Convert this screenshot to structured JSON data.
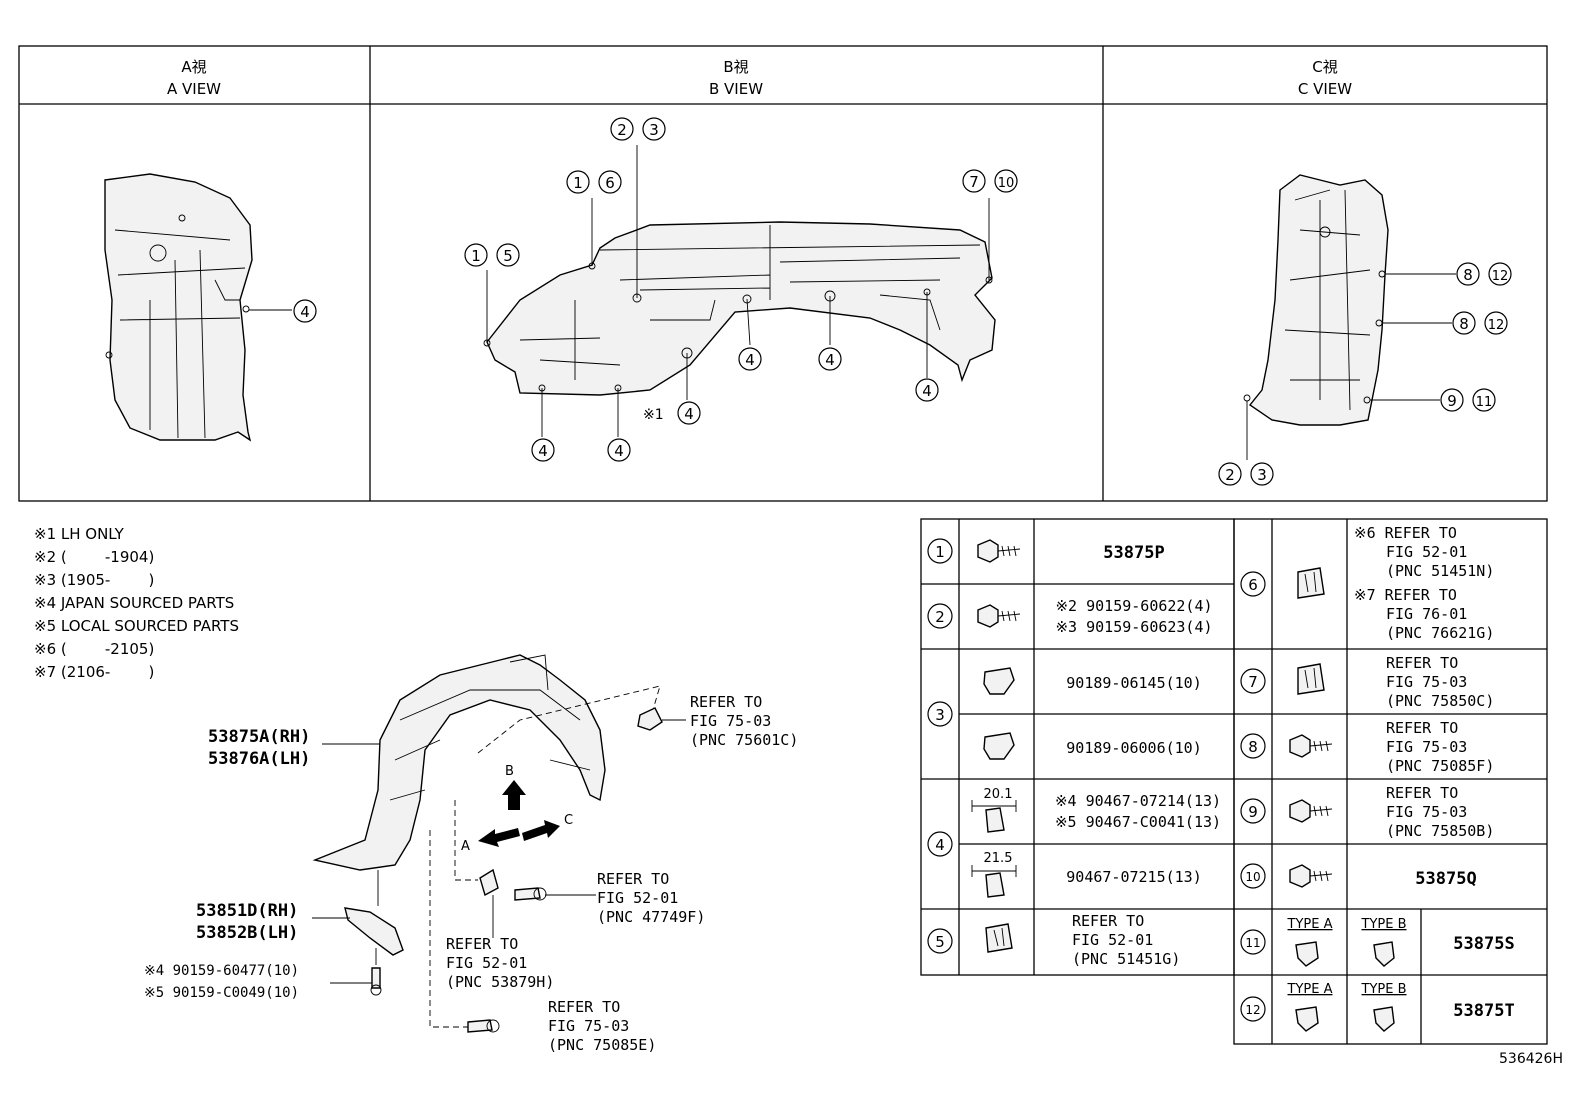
{
  "views": {
    "a": {
      "jp": "A視",
      "en": "A VIEW"
    },
    "b": {
      "jp": "B視",
      "en": "B VIEW"
    },
    "c": {
      "jp": "C視",
      "en": "C VIEW"
    }
  },
  "a_callouts": [
    "4"
  ],
  "b_callouts": {
    "c23": [
      "2",
      "3"
    ],
    "c16": [
      "1",
      "6"
    ],
    "c15": [
      "1",
      "5"
    ],
    "c710": [
      "7",
      "10"
    ],
    "c4": "4",
    "note_mark": "※1"
  },
  "c_callouts": {
    "c812a": [
      "8",
      "12"
    ],
    "c812b": [
      "8",
      "12"
    ],
    "c911": [
      "9",
      "11"
    ],
    "c23": [
      "2",
      "3"
    ]
  },
  "notes": [
    "※1 LH ONLY",
    "※2 (        -1904)",
    "※3 (1905-        )",
    "※4 JAPAN SOURCED PARTS",
    "※5 LOCAL SOURCED PARTS",
    "※6 (        -2105)",
    "※7 (2106-        )"
  ],
  "main_labels": {
    "liner": [
      "53875A(RH)",
      "53876A(LH)"
    ],
    "lower": [
      "53851D(RH)",
      "53852B(LH)"
    ],
    "bolt": [
      "※4 90159-60477(10)",
      "※5 90159-C0049(10)"
    ],
    "ref_75601c": [
      "REFER TO",
      "FIG 75-03",
      "(PNC 75601C)"
    ],
    "ref_47749f": [
      "REFER TO",
      "FIG 52-01",
      "(PNC 47749F)"
    ],
    "ref_53879h": [
      "REFER TO",
      "FIG 52-01",
      "(PNC 53879H)"
    ],
    "ref_75085e": [
      "REFER TO",
      "FIG 75-03",
      "(PNC 75085E)"
    ],
    "arrows": {
      "a": "A",
      "b": "B",
      "c": "C"
    }
  },
  "table_left": [
    {
      "no": "1",
      "text": [
        "53875P"
      ]
    },
    {
      "no": "2",
      "text": [
        "※2 90159-60622(4)",
        "※3 90159-60623(4)"
      ]
    },
    {
      "no": "3",
      "rows": [
        [
          "90189-06145(10)"
        ],
        [
          "90189-06006(10)"
        ]
      ]
    },
    {
      "no": "4",
      "rows": [
        {
          "dim": "20.1",
          "text": [
            "※4 90467-07214(13)",
            "※5 90467-C0041(13)"
          ]
        },
        {
          "dim": "21.5",
          "text": [
            "90467-07215(13)"
          ]
        }
      ]
    },
    {
      "no": "5",
      "text": [
        "REFER TO",
        "FIG 52-01",
        "(PNC 51451G)"
      ]
    }
  ],
  "table_right": [
    {
      "no": "6",
      "text": [
        "※6 REFER TO",
        "FIG 52-01",
        "(PNC 51451N)",
        "※7 REFER TO",
        "FIG 76-01",
        "(PNC 76621G)"
      ]
    },
    {
      "no": "7",
      "text": [
        "REFER TO",
        "FIG 75-03",
        "(PNC 75850C)"
      ]
    },
    {
      "no": "8",
      "text": [
        "REFER TO",
        "FIG 75-03",
        "(PNC 75085F)"
      ]
    },
    {
      "no": "9",
      "text": [
        "REFER TO",
        "FIG 75-03",
        "(PNC 75850B)"
      ]
    },
    {
      "no": "10",
      "text": [
        "53875Q"
      ]
    },
    {
      "no": "11",
      "type_a": "TYPE A",
      "type_b": "TYPE B",
      "text": [
        "53875S"
      ]
    },
    {
      "no": "12",
      "type_a": "TYPE A",
      "type_b": "TYPE B",
      "text": [
        "53875T"
      ]
    }
  ],
  "figure_code": "536426H"
}
